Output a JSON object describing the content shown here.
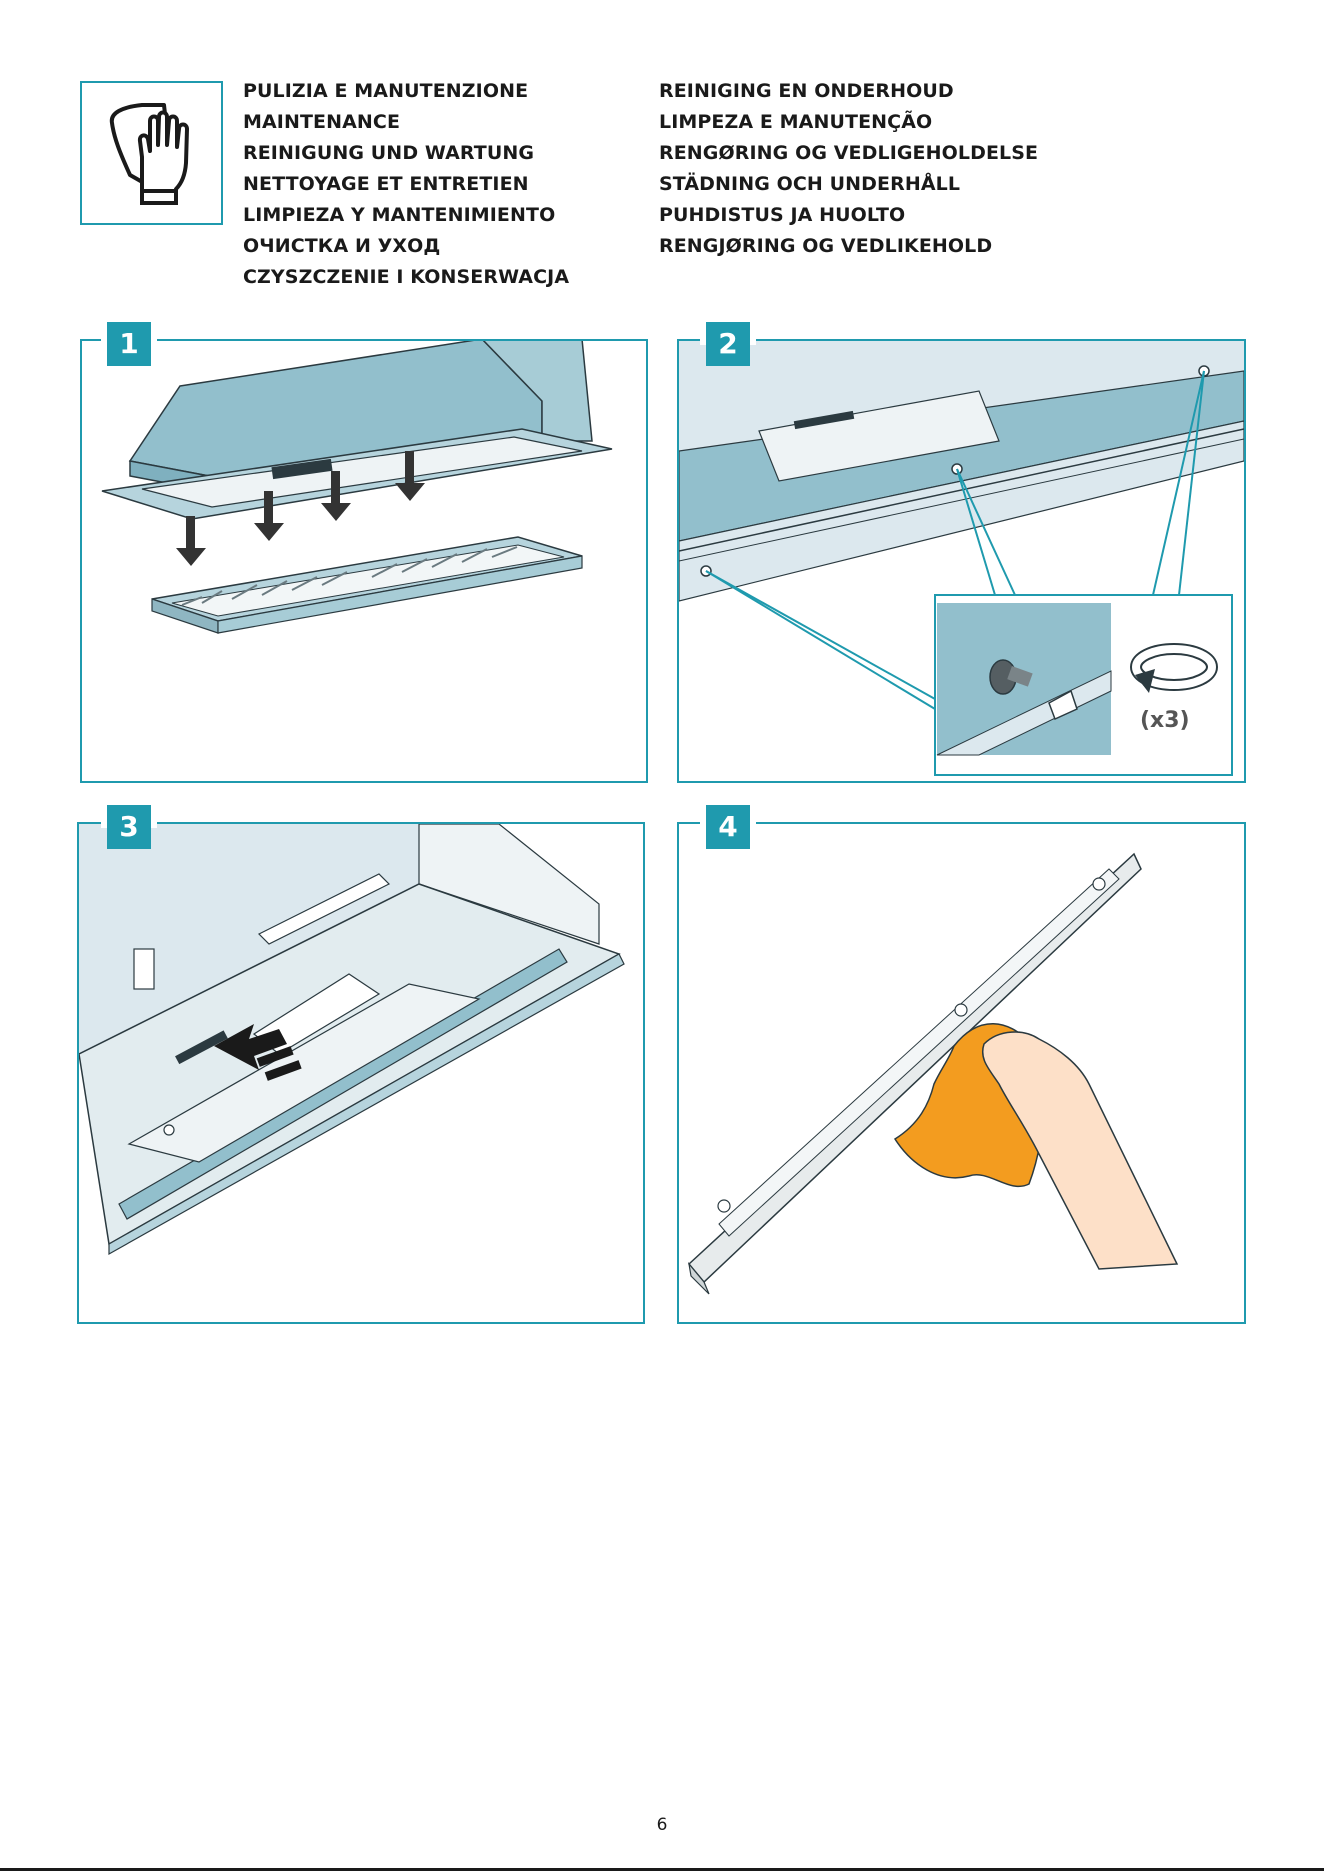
{
  "header": {
    "icon": "hand-with-cloth-icon",
    "titles_left": [
      "PULIZIA E MANUTENZIONE",
      "MAINTENANCE",
      "REINIGUNG UND WARTUNG",
      "NETTOYAGE ET ENTRETIEN",
      "LIMPIEZA Y  MANTENIMIENTO",
      "ОЧИСТКА И УХОД",
      "CZYSZCZENIE I KONSERWACJA"
    ],
    "titles_right": [
      "REINIGING EN ONDERHOUD",
      "LIMPEZA E MANUTENÇÃO",
      "RENGØRING OG VEDLIGEHOLDELSE",
      "STÄDNING OCH UNDERHÅLL",
      "PUHDISTUS JA HUOLTO",
      "RENGJØRING OG VEDLIKEHOLD"
    ]
  },
  "steps": [
    {
      "number": "1",
      "illustration": "remove-grease-filters"
    },
    {
      "number": "2",
      "illustration": "unscrew-knobs",
      "callout": "(x3)"
    },
    {
      "number": "3",
      "illustration": "slide-out-panel"
    },
    {
      "number": "4",
      "illustration": "wipe-panel-with-cloth"
    }
  ],
  "footer": {
    "page_number": "6"
  },
  "colors": {
    "accent": "#1f9aae",
    "hood_blue": "#92bfcc",
    "light_blue": "#dce8ee",
    "cloth_orange": "#f39c1f"
  }
}
